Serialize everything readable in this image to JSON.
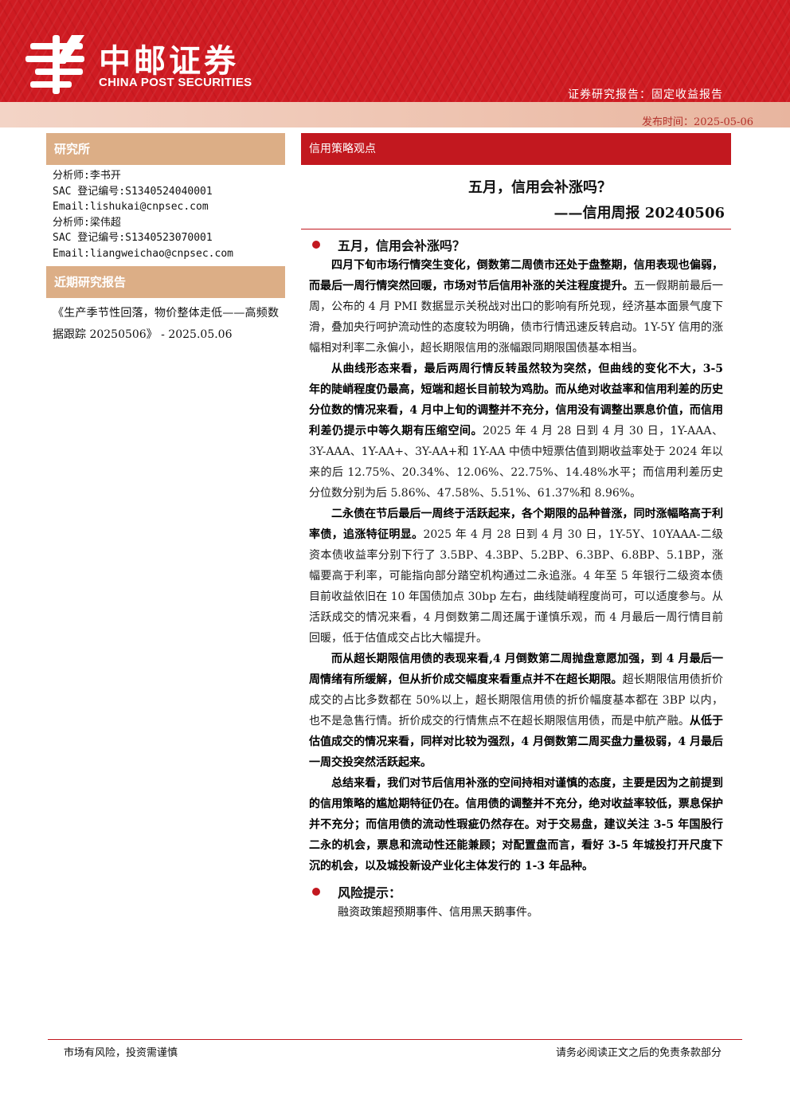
{
  "header": {
    "brand_cn": "中邮证券",
    "brand_en": "CHINA POST SECURITIES",
    "report_type": "证券研究报告：固定收益报告",
    "publish_date": "发布时间：2025-05-06"
  },
  "sidebar": {
    "institute_title": "研究所",
    "analyst_lines": [
      "分析师:李书开",
      "SAC 登记编号:S1340524040001",
      "Email:lishukai@cnpsec.com",
      "分析师:梁伟超",
      "SAC 登记编号:S1340523070001",
      "Email:liangweichao@cnpsec.com"
    ],
    "recent_title": "近期研究报告",
    "recent_report": "《生产季节性回落，物价整体走低——高频数据跟踪 20250506》 - 2025.05.06"
  },
  "main": {
    "section_label": "信用策略观点",
    "title": "五月，信用会补涨吗？",
    "subtitle": "——信用周报 20240506",
    "bullet1": "五月，信用会补涨吗？",
    "paragraphs": [
      {
        "bold": "四月下旬市场行情突生变化，倒数第二周债市还处于盘整期，信用表现也偏弱，而最后一周行情突然回暖，市场对节后信用补涨的关注程度提升。",
        "normal": "五一假期前最后一周，公布的 4 月 PMI 数据显示关税战对出口的影响有所兑现，经济基本面景气度下滑，叠加央行呵护流动性的态度较为明确，债市行情迅速反转启动。1Y-5Y 信用的涨幅相对利率二永偏小，超长期限信用的涨幅跟同期限国债基本相当。",
        "bold2": "",
        "normal2": ""
      },
      {
        "bold": "从曲线形态来看，最后两周行情反转虽然较为突然，但曲线的变化不大，3-5 年的陡峭程度仍最高，短端和超长目前较为鸡肋。而从绝对收益率和信用利差的历史分位数的情况来看，4 月中上旬的调整并不充分，信用没有调整出票息价值，而信用利差仍提示中等久期有压缩空间。",
        "normal": "2025 年 4 月 28 日到 4 月 30 日，1Y-AAA、3Y-AAA、1Y-AA+、3Y-AA+和 1Y-AA 中债中短票估值到期收益率处于 2024 年以来的后 12.75%、20.34%、12.06%、22.75%、14.48%水平；而信用利差历史分位数分别为后 5.86%、47.58%、5.51%、61.37%和 8.96%。",
        "bold2": "",
        "normal2": ""
      },
      {
        "bold": "二永债在节后最后一周终于活跃起来，各个期限的品种普涨，同时涨幅略高于利率债，追涨特征明显。",
        "normal": "2025 年 4 月 28 日到 4 月 30 日，1Y-5Y、10YAAA-二级资本债收益率分别下行了 3.5BP、4.3BP、5.2BP、6.3BP、6.8BP、5.1BP，涨幅要高于利率，可能指向部分踏空机构通过二永追涨。4 年至 5 年银行二级资本债目前收益依旧在 10 年国债加点 30bp 左右，曲线陡峭程度尚可，可以适度参与。从活跃成交的情况来看，4 月倒数第二周还属于谨慎乐观，而 4 月最后一周行情目前回暖，低于估值成交占比大幅提升。",
        "bold2": "",
        "normal2": ""
      },
      {
        "bold": "而从超长期限信用债的表现来看,4 月倒数第二周抛盘意愿加强，到 4 月最后一周情绪有所缓解，但从折价成交幅度来看重点并不在超长期限。",
        "normal": "超长期限信用债折价成交的占比多数都在 50%以上，超长期限信用债的折价幅度基本都在 3BP 以内，也不是急售行情。折价成交的行情焦点不在超长期限信用债，而是中航产融。",
        "bold2": "从低于估值成交的情况来看，同样对比较为强烈，4 月倒数第二周买盘力量极弱，4 月最后一周交投突然活跃起来。",
        "normal2": ""
      },
      {
        "bold": "总结来看，我们对节后信用补涨的空间持相对谨慎的态度，主要是因为之前提到的信用策略的尴尬期特征仍在。信用债的调整并不充分，绝对收益率较低，票息保护并不充分；而信用债的流动性瑕疵仍然存在。对于交易盘，建议关注 3-5 年国股行二永的机会，票息和流动性还能兼顾；对配置盘而言，看好 3-5 年城投打开尺度下沉的机会，以及城投新设产业化主体发行的 1-3 年品种。",
        "normal": "",
        "bold2": "",
        "normal2": ""
      }
    ],
    "risk_title": "风险提示：",
    "risk_text": "融资政策超预期事件、信用黑天鹅事件。"
  },
  "footer": {
    "left": "市场有风险，投资需谨慎",
    "right": "请务必阅读正文之后的免责条款部分"
  },
  "colors": {
    "brand_red": "#c2181f",
    "sidebar_tan": "#dcae86"
  }
}
